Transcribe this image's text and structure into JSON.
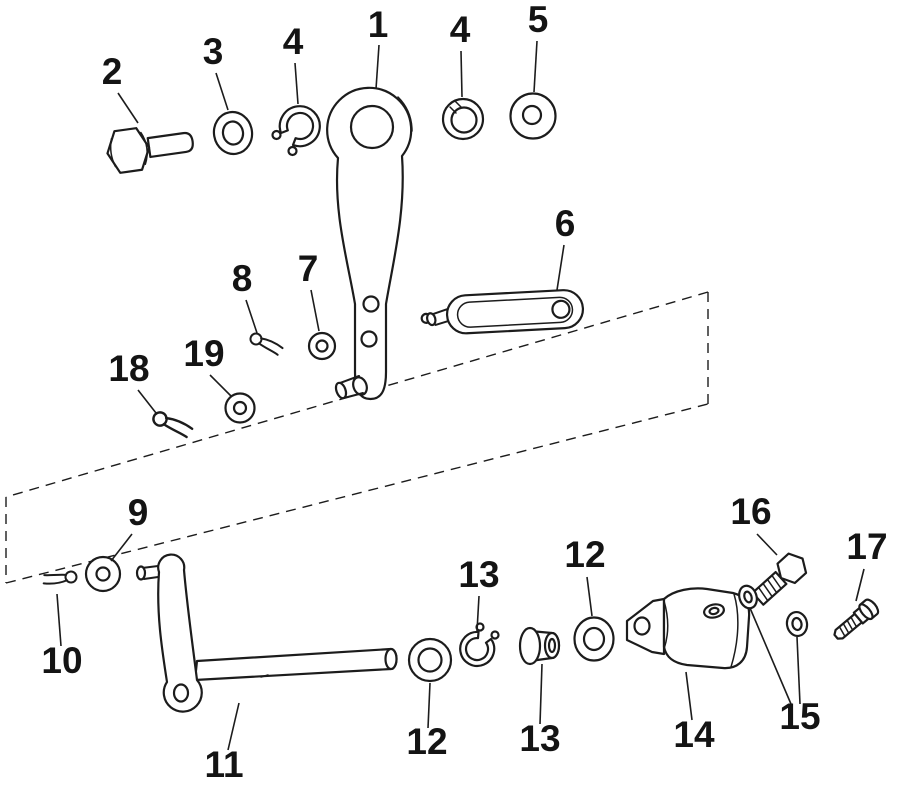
{
  "figure": {
    "type": "exploded-parts-diagram",
    "background_color": "#ffffff",
    "line_color": "#1c1c1c",
    "callouts": [
      {
        "ref": "2",
        "part": "hex-bolt"
      },
      {
        "ref": "3",
        "part": "flat-washer"
      },
      {
        "ref": "4",
        "part": "retaining-ring"
      },
      {
        "ref": "1",
        "part": "control-lever"
      },
      {
        "ref": "4",
        "part": "bushing"
      },
      {
        "ref": "5",
        "part": "flat-washer"
      },
      {
        "ref": "6",
        "part": "connector-link"
      },
      {
        "ref": "7",
        "part": "flat-washer"
      },
      {
        "ref": "8",
        "part": "cotter-pin"
      },
      {
        "ref": "18",
        "part": "cotter-pin"
      },
      {
        "ref": "19",
        "part": "flat-washer"
      },
      {
        "ref": "9",
        "part": "flat-washer"
      },
      {
        "ref": "10",
        "part": "cotter-pin"
      },
      {
        "ref": "11",
        "part": "bellcrank-lever"
      },
      {
        "ref": "12",
        "part": "flat-washer"
      },
      {
        "ref": "13",
        "part": "retaining-ring"
      },
      {
        "ref": "12",
        "part": "flat-washer"
      },
      {
        "ref": "13",
        "part": "bushing"
      },
      {
        "ref": "14",
        "part": "bracket"
      },
      {
        "ref": "15",
        "part": "washer-pair"
      },
      {
        "ref": "16",
        "part": "hex-bolt"
      },
      {
        "ref": "17",
        "part": "screw-pin"
      }
    ]
  }
}
